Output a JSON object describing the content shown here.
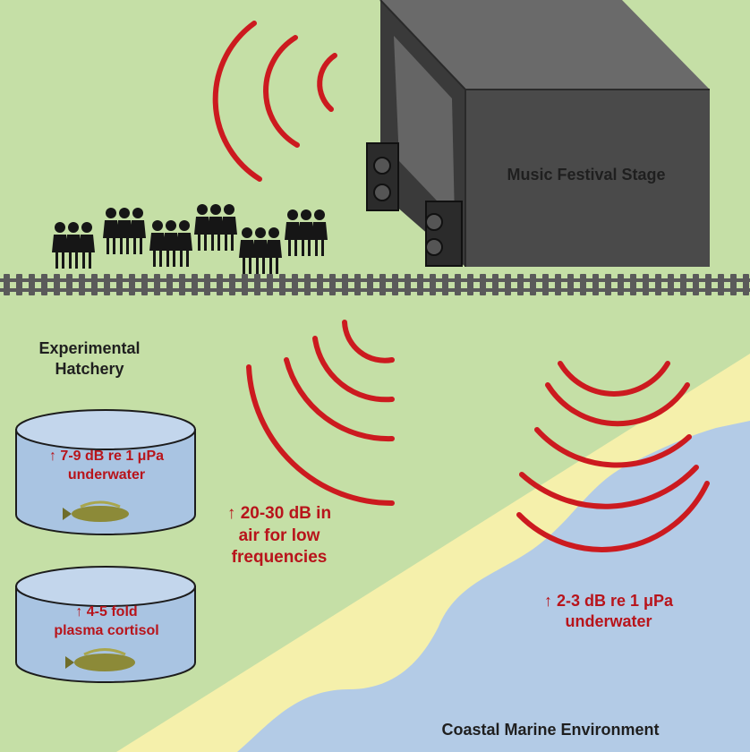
{
  "stage": {
    "label": "Music Festival Stage"
  },
  "hatchery": {
    "title_line1": "Experimental",
    "title_line2": "Hatchery"
  },
  "tank1": {
    "line1": "↑ 7-9 dB re 1 μPa",
    "line2": "underwater"
  },
  "tank2": {
    "line1": "↑ 4-5 fold",
    "line2": "plasma cortisol"
  },
  "air_note": {
    "line1": "↑ 20-30 dB in",
    "line2": "air for low",
    "line3": "frequencies"
  },
  "water_note": {
    "line1": "↑ 2-3 dB re 1 μPa",
    "line2": "underwater"
  },
  "coast": {
    "label": "Coastal Marine Environment"
  },
  "colors": {
    "grass": "#c5dfa6",
    "sand": "#f5f0ab",
    "water": "#b3cbe6",
    "sound_wave": "#cc1a1f",
    "text_red": "#b8141b",
    "stage": "#454545",
    "tank": "#a9c4e2"
  },
  "icons": [
    "sound-wave-icon",
    "crowd-icon",
    "speaker-icon",
    "fence-icon",
    "fish-icon",
    "tank-icon"
  ]
}
